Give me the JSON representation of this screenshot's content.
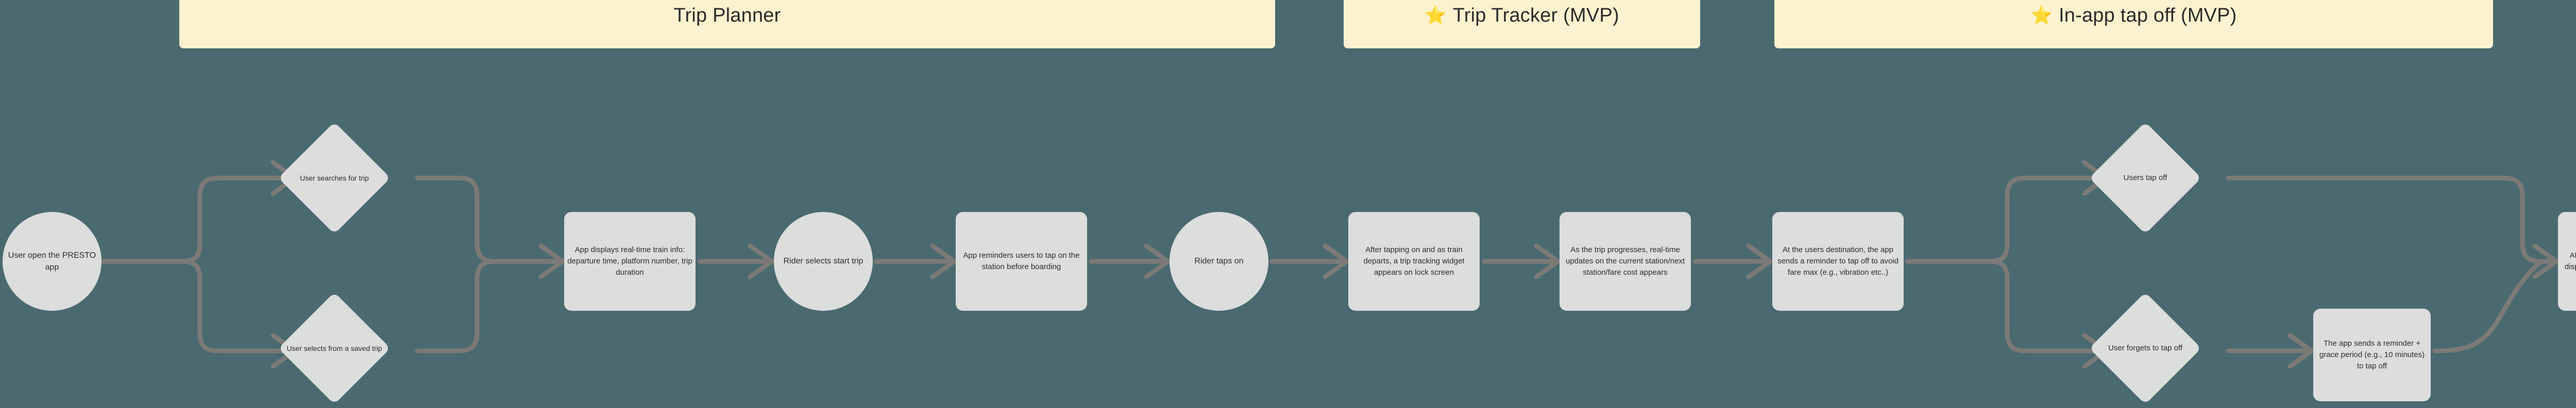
{
  "canvas": {
    "background_color": "#4a6a70",
    "node_fill": "#dcdddd",
    "node_text_color": "#2b2b2b",
    "connector_color": "#7c7a78",
    "banner_color": "#fdf2cf",
    "star_color": "#f7cf3f"
  },
  "banners": [
    {
      "id": "trip-planner",
      "label": "Trip Planner",
      "star": "",
      "starred": false
    },
    {
      "id": "trip-tracker",
      "label": "Trip Tracker (MVP)",
      "star": "⭐",
      "starred": true
    },
    {
      "id": "in-app-tap-off",
      "label": "In-app tap off (MVP)",
      "star": "⭐",
      "starred": true
    }
  ],
  "nodes": {
    "open_app": {
      "label": "User open the PRESTO app",
      "shape": "circle"
    },
    "search_trip": {
      "label": "User searches for trip",
      "shape": "diamond"
    },
    "saved_trip": {
      "label": "User selects from a saved trip",
      "shape": "diamond"
    },
    "train_info": {
      "label": "App displays real-time train info: departure time, platform number, trip duration",
      "shape": "rect"
    },
    "start_trip": {
      "label": "Rider selects start trip",
      "shape": "circle"
    },
    "tap_reminder": {
      "label": "App reminders users to tap on the station before boarding",
      "shape": "rect"
    },
    "rider_taps_on": {
      "label": "Rider taps on",
      "shape": "circle"
    },
    "tracking_widget": {
      "label": "After tapping on and as train departs, a trip tracking widget appears on lock screen",
      "shape": "rect"
    },
    "realtime_update": {
      "label": "As the trip progresses, real-time updates on the current station/next station/fare cost appears",
      "shape": "rect"
    },
    "tapoff_reminder": {
      "label": "At the users destination, the app sends a reminder to tap off to avoid fare max (e.g., vibration etc..)",
      "shape": "rect"
    },
    "users_tap_off": {
      "label": "Users tap off",
      "shape": "diamond"
    },
    "forgets_tap_off": {
      "label": "User forgets to tap off",
      "shape": "diamond"
    },
    "grace_period": {
      "label": "The app sends a reminder + grace period (e.g., 10 minutes) to tap off",
      "shape": "rect"
    },
    "trip_summary": {
      "label": "After journey ends, the app displays a trip summary of trip",
      "shape": "rect"
    }
  },
  "edges": [
    {
      "from": "open_app",
      "to": "search_trip"
    },
    {
      "from": "open_app",
      "to": "saved_trip"
    },
    {
      "from": "search_trip",
      "to": "train_info"
    },
    {
      "from": "saved_trip",
      "to": "train_info"
    },
    {
      "from": "train_info",
      "to": "start_trip"
    },
    {
      "from": "start_trip",
      "to": "tap_reminder"
    },
    {
      "from": "tap_reminder",
      "to": "rider_taps_on"
    },
    {
      "from": "rider_taps_on",
      "to": "tracking_widget"
    },
    {
      "from": "tracking_widget",
      "to": "realtime_update"
    },
    {
      "from": "realtime_update",
      "to": "tapoff_reminder"
    },
    {
      "from": "tapoff_reminder",
      "to": "users_tap_off"
    },
    {
      "from": "tapoff_reminder",
      "to": "forgets_tap_off"
    },
    {
      "from": "users_tap_off",
      "to": "trip_summary"
    },
    {
      "from": "forgets_tap_off",
      "to": "grace_period"
    },
    {
      "from": "grace_period",
      "to": "trip_summary"
    }
  ]
}
